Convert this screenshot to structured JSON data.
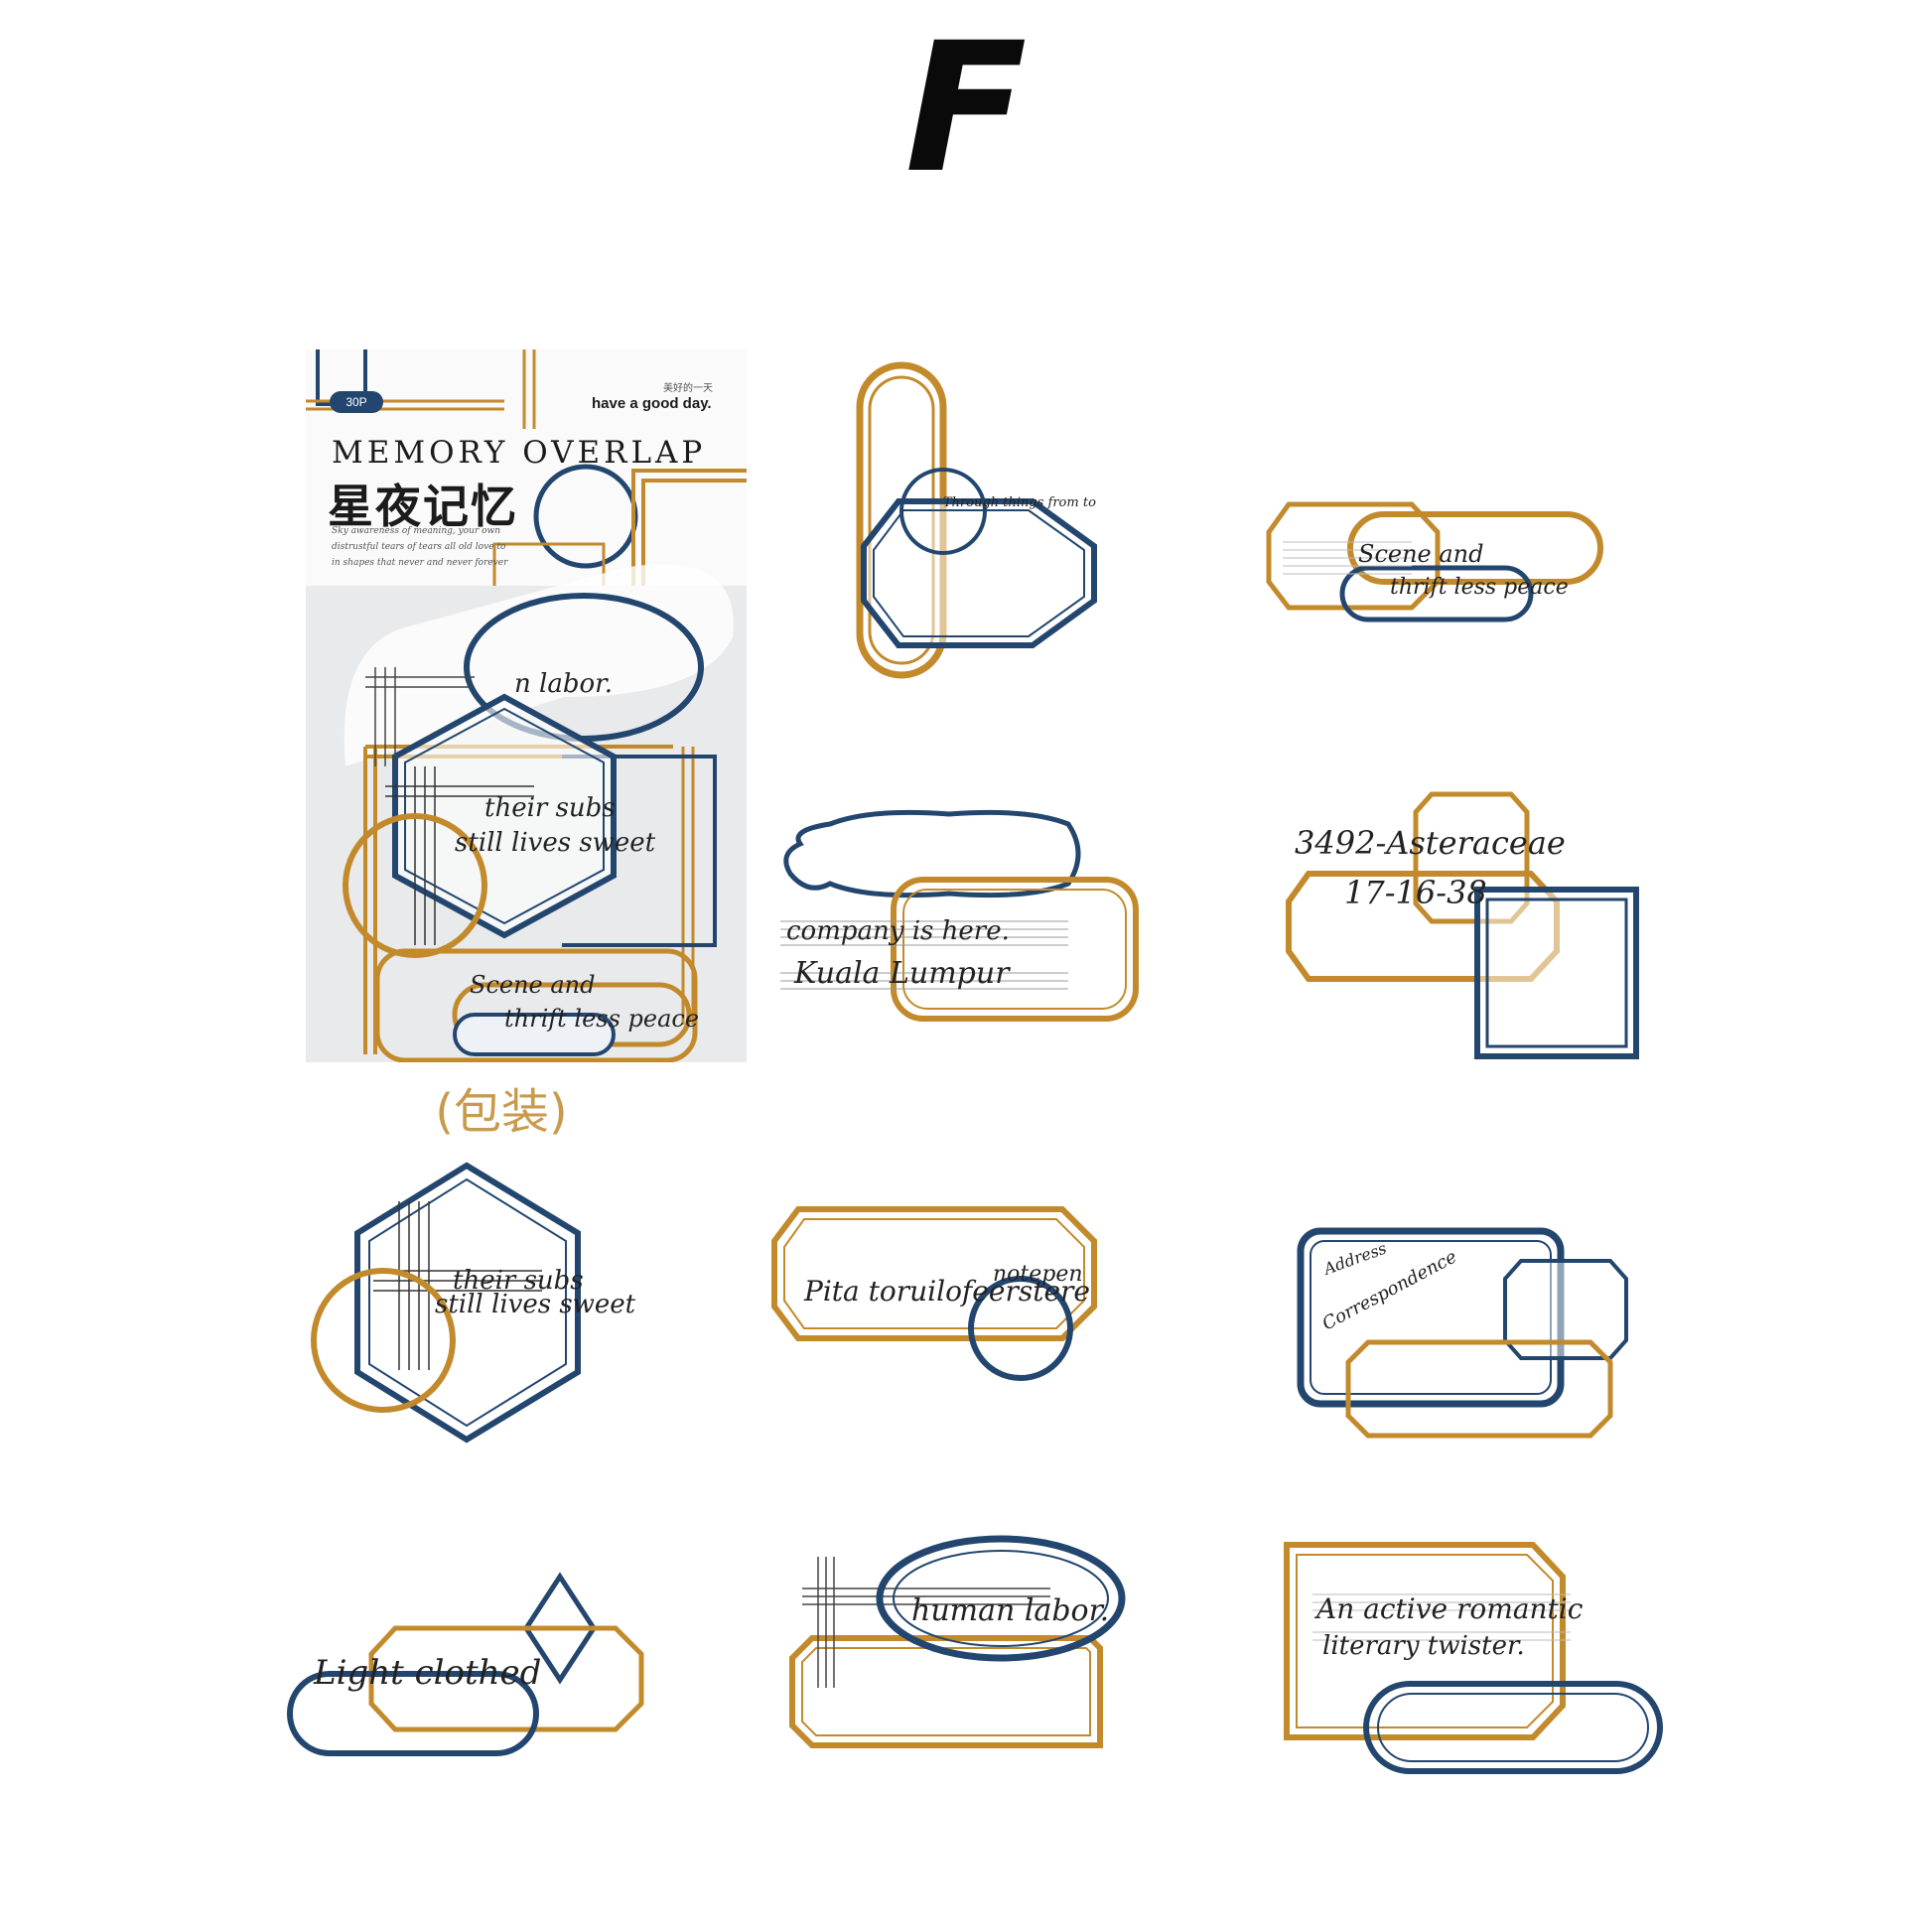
{
  "variant_letter": "F",
  "colors": {
    "gold": "#c38a2c",
    "navy": "#23466f",
    "background": "#ffffff"
  },
  "package": {
    "count_badge": "30P",
    "cn_small": "美好的一天",
    "tagline": "have a good day.",
    "title": "MEMORY OVERLAP",
    "title_cn": "星夜记忆",
    "small_text": [
      "Sky awareness of meaning, your own",
      "distrustful tears of tears all old love to",
      "in shapes that never and never forever"
    ],
    "caption": "(包装)"
  },
  "stickers": {
    "s1": {
      "text": "Through things from to"
    },
    "s2": {
      "line1": "Scene and",
      "line2": "thrift less peace"
    },
    "s3": {
      "line1": "company is here.",
      "line2": "Kuala Lumpur"
    },
    "s4": {
      "line1": "3492-Asteraceae",
      "line2": "17-16-38"
    },
    "s5": {
      "line1": "their subs",
      "line2": "still lives sweet"
    },
    "s6": {
      "line1": "Pita toruilofeerstere",
      "line2": "notepen"
    },
    "s7": {
      "line1": "Address",
      "line2": "Correspondence"
    },
    "s8": {
      "text": "Light clothed"
    },
    "s9": {
      "text": "human labor."
    },
    "s10": {
      "line1": "An active romantic",
      "line2": "literary twister."
    }
  },
  "package_stickers": {
    "line1": "their subs",
    "line2": "still lives sweet",
    "oval": "n labor.",
    "bottom1": "Scene and",
    "bottom2": "thrift less peace"
  }
}
